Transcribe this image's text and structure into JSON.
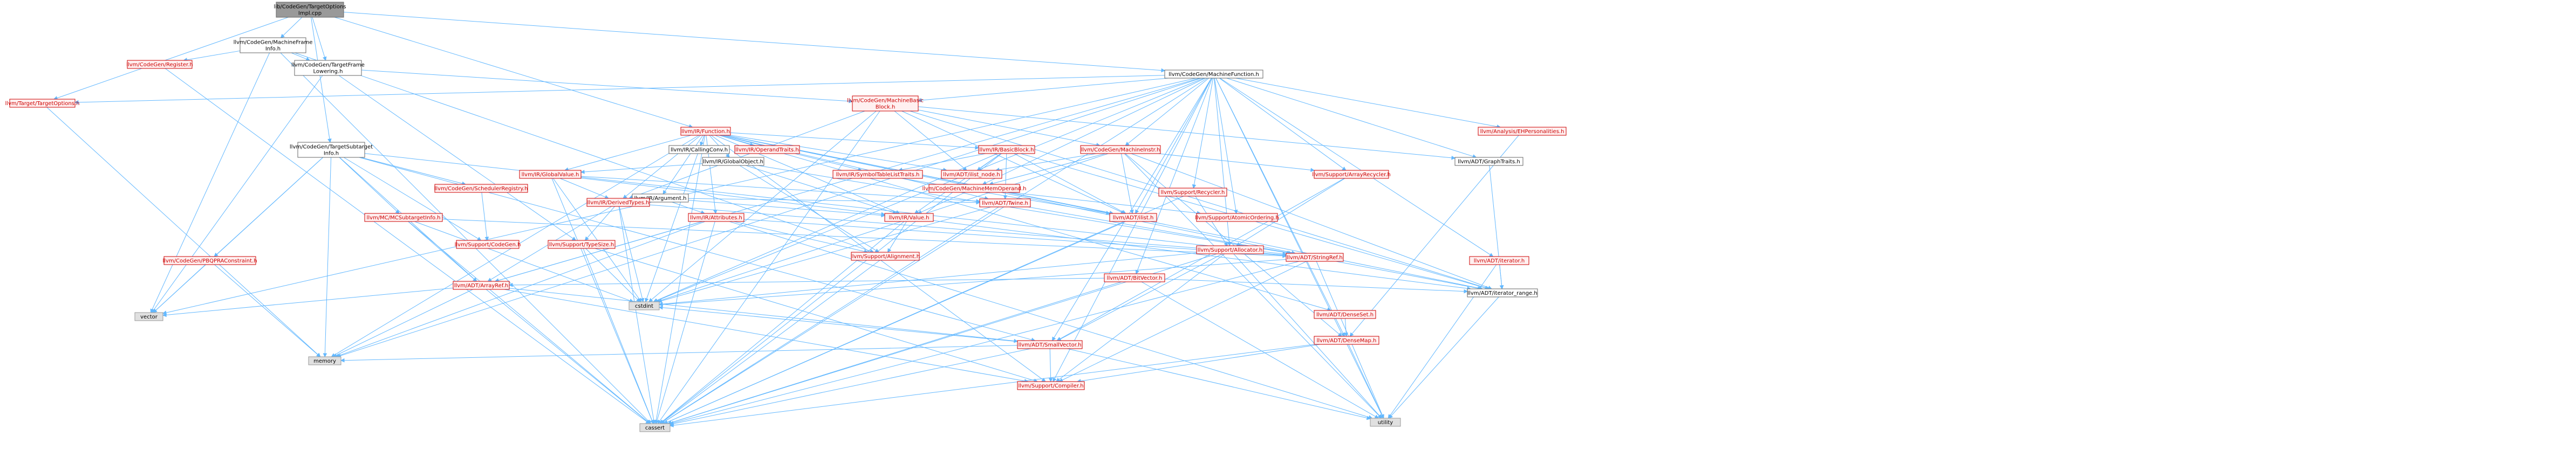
{
  "nodes": [
    {
      "id": "root",
      "label": [
        "lib/CodeGen/TargetOptions",
        "Impl.cpp"
      ],
      "kind": "root"
    },
    {
      "id": "mfi",
      "label": [
        "llvm/CodeGen/MachineFrame",
        "Info.h"
      ],
      "kind": "black"
    },
    {
      "id": "tfl",
      "label": [
        "llvm/CodeGen/TargetFrame",
        "Lowering.h"
      ],
      "kind": "black"
    },
    {
      "id": "reg",
      "label": [
        "llvm/CodeGen/Register.h"
      ],
      "kind": "red"
    },
    {
      "id": "tto",
      "label": [
        "llvm/Target/TargetOptions.h"
      ],
      "kind": "red"
    },
    {
      "id": "tsi",
      "label": [
        "llvm/CodeGen/TargetSubtarget",
        "Info.h"
      ],
      "kind": "black"
    },
    {
      "id": "mf",
      "label": [
        "llvm/CodeGen/MachineFunction.h"
      ],
      "kind": "black"
    },
    {
      "id": "mbb",
      "label": [
        "llvm/CodeGen/MachineBasic",
        "Block.h"
      ],
      "kind": "red"
    },
    {
      "id": "irfn",
      "label": [
        "llvm/IR/Function.h"
      ],
      "kind": "red"
    },
    {
      "id": "ehp",
      "label": [
        "llvm/Analysis/EHPersonalities.h"
      ],
      "kind": "red"
    },
    {
      "id": "csr",
      "label": [
        "llvm/CodeGen/SchedulerRegistry.h"
      ],
      "kind": "red"
    },
    {
      "id": "mcsti",
      "label": [
        "llvm/MC/MCSubtargetInfo.h"
      ],
      "kind": "red"
    },
    {
      "id": "pbqp",
      "label": [
        "llvm/CodeGen/PBQPRAConstraint.h"
      ],
      "kind": "red"
    },
    {
      "id": "gv",
      "label": [
        "llvm/IR/GlobalValue.h"
      ],
      "kind": "red"
    },
    {
      "id": "gobj",
      "label": [
        "llvm/IR/GlobalObject.h"
      ],
      "kind": "black"
    },
    {
      "id": "arg",
      "label": [
        "llvm/IR/Argument.h"
      ],
      "kind": "black"
    },
    {
      "id": "cc",
      "label": [
        "llvm/IR/CallingConv.h"
      ],
      "kind": "black"
    },
    {
      "id": "opt",
      "label": [
        "llvm/IR/OperandTraits.h"
      ],
      "kind": "red"
    },
    {
      "id": "bb",
      "label": [
        "llvm/IR/BasicBlock.h"
      ],
      "kind": "red"
    },
    {
      "id": "mi",
      "label": [
        "llvm/CodeGen/MachineInstr.h"
      ],
      "kind": "red"
    },
    {
      "id": "gt",
      "label": [
        "llvm/ADT/GraphTraits.h"
      ],
      "kind": "black"
    },
    {
      "id": "dt",
      "label": [
        "llvm/IR/DerivedTypes.h"
      ],
      "kind": "red"
    },
    {
      "id": "attr",
      "label": [
        "llvm/IR/Attributes.h"
      ],
      "kind": "red"
    },
    {
      "id": "val",
      "label": [
        "llvm/IR/Value.h"
      ],
      "kind": "red"
    },
    {
      "id": "stlt",
      "label": [
        "llvm/IR/SymbolTableListTraits.h"
      ],
      "kind": "red"
    },
    {
      "id": "ilnode",
      "label": [
        "llvm/ADT/ilist_node.h"
      ],
      "kind": "red"
    },
    {
      "id": "mmo",
      "label": [
        "llvm/CodeGen/MachineMemOperand.h"
      ],
      "kind": "red"
    },
    {
      "id": "twine",
      "label": [
        "llvm/ADT/Twine.h"
      ],
      "kind": "red"
    },
    {
      "id": "ilist",
      "label": [
        "llvm/ADT/ilist.h"
      ],
      "kind": "red"
    },
    {
      "id": "recyc",
      "label": [
        "llvm/Support/Recycler.h"
      ],
      "kind": "red"
    },
    {
      "id": "arec",
      "label": [
        "llvm/Support/ArrayRecycler.h"
      ],
      "kind": "red"
    },
    {
      "id": "ao",
      "label": [
        "llvm/Support/AtomicOrdering.h"
      ],
      "kind": "red"
    },
    {
      "id": "alloc",
      "label": [
        "llvm/Support/Allocator.h"
      ],
      "kind": "red"
    },
    {
      "id": "cg",
      "label": [
        "llvm/Support/CodeGen.h"
      ],
      "kind": "red"
    },
    {
      "id": "ts",
      "label": [
        "llvm/Support/TypeSize.h"
      ],
      "kind": "red"
    },
    {
      "id": "align",
      "label": [
        "llvm/Support/Alignment.h"
      ],
      "kind": "red"
    },
    {
      "id": "sref",
      "label": [
        "llvm/ADT/StringRef.h"
      ],
      "kind": "red"
    },
    {
      "id": "bv",
      "label": [
        "llvm/ADT/BitVector.h"
      ],
      "kind": "red"
    },
    {
      "id": "iter",
      "label": [
        "llvm/ADT/iterator.h"
      ],
      "kind": "red"
    },
    {
      "id": "itr",
      "label": [
        "llvm/ADT/iterator_range.h"
      ],
      "kind": "black"
    },
    {
      "id": "dset",
      "label": [
        "llvm/ADT/DenseSet.h"
      ],
      "kind": "red"
    },
    {
      "id": "dmap",
      "label": [
        "llvm/ADT/DenseMap.h"
      ],
      "kind": "red"
    },
    {
      "id": "aref",
      "label": [
        "llvm/ADT/ArrayRef.h"
      ],
      "kind": "red"
    },
    {
      "id": "svec",
      "label": [
        "llvm/ADT/SmallVector.h"
      ],
      "kind": "red"
    },
    {
      "id": "comp",
      "label": [
        "llvm/Support/Compiler.h"
      ],
      "kind": "red"
    },
    {
      "id": "vector",
      "label": [
        "vector"
      ],
      "kind": "gray"
    },
    {
      "id": "memory",
      "label": [
        "memory"
      ],
      "kind": "gray"
    },
    {
      "id": "cstdint",
      "label": [
        "cstdint"
      ],
      "kind": "gray"
    },
    {
      "id": "cassert",
      "label": [
        "cassert"
      ],
      "kind": "gray"
    },
    {
      "id": "utility",
      "label": [
        "utility"
      ],
      "kind": "gray"
    }
  ],
  "edges": [
    [
      "root",
      "mfi"
    ],
    [
      "root",
      "tfl"
    ],
    [
      "root",
      "mf"
    ],
    [
      "root",
      "tsi"
    ],
    [
      "root",
      "irfn"
    ],
    [
      "root",
      "tto"
    ],
    [
      "mfi",
      "reg"
    ],
    [
      "mfi",
      "tfl"
    ],
    [
      "mfi",
      "align"
    ],
    [
      "mfi",
      "cassert"
    ],
    [
      "mfi",
      "vector"
    ],
    [
      "tfl",
      "mbb"
    ],
    [
      "tfl",
      "ts"
    ],
    [
      "tfl",
      "vector"
    ],
    [
      "reg",
      "cassert"
    ],
    [
      "tto",
      "memory"
    ],
    [
      "tsi",
      "aref"
    ],
    [
      "tsi",
      "svec"
    ],
    [
      "tsi",
      "pbqp"
    ],
    [
      "tsi",
      "csr"
    ],
    [
      "tsi",
      "mcsti"
    ],
    [
      "tsi",
      "cg"
    ],
    [
      "tsi",
      "memory"
    ],
    [
      "tsi",
      "vector"
    ],
    [
      "tsi",
      "sref"
    ],
    [
      "mf",
      "aref"
    ],
    [
      "mf",
      "bv"
    ],
    [
      "mf",
      "dmap"
    ],
    [
      "mf",
      "gt"
    ],
    [
      "mf",
      "svec"
    ],
    [
      "mf",
      "ilist"
    ],
    [
      "mf",
      "iter"
    ],
    [
      "mf",
      "ehp"
    ],
    [
      "mf",
      "mbb"
    ],
    [
      "mf",
      "mi"
    ],
    [
      "mf",
      "mmo"
    ],
    [
      "mf",
      "alloc"
    ],
    [
      "mf",
      "arec"
    ],
    [
      "mf",
      "ao"
    ],
    [
      "mf",
      "comp"
    ],
    [
      "mf",
      "recyc"
    ],
    [
      "mf",
      "cassert"
    ],
    [
      "mf",
      "cstdint"
    ],
    [
      "mf",
      "memory"
    ],
    [
      "mf",
      "utility"
    ],
    [
      "mf",
      "vector"
    ],
    [
      "mf",
      "tto"
    ],
    [
      "mbb",
      "gt"
    ],
    [
      "mbb",
      "ilist"
    ],
    [
      "mbb",
      "ilnode"
    ],
    [
      "mbb",
      "itr"
    ],
    [
      "mbb",
      "mi"
    ],
    [
      "mbb",
      "dt"
    ],
    [
      "mbb",
      "cassert"
    ],
    [
      "mbb",
      "cstdint"
    ],
    [
      "irfn",
      "dset"
    ],
    [
      "irfn",
      "sref"
    ],
    [
      "irfn",
      "twine"
    ],
    [
      "irfn",
      "ilist"
    ],
    [
      "irfn",
      "ilnode"
    ],
    [
      "irfn",
      "itr"
    ],
    [
      "irfn",
      "arg"
    ],
    [
      "irfn",
      "attr"
    ],
    [
      "irfn",
      "bb"
    ],
    [
      "irfn",
      "cc"
    ],
    [
      "irfn",
      "dt"
    ],
    [
      "irfn",
      "gobj"
    ],
    [
      "irfn",
      "gv"
    ],
    [
      "irfn",
      "opt"
    ],
    [
      "irfn",
      "stlt"
    ],
    [
      "irfn",
      "val"
    ],
    [
      "irfn",
      "comp"
    ],
    [
      "irfn",
      "cassert"
    ],
    [
      "irfn",
      "cstdint"
    ],
    [
      "irfn",
      "memory"
    ],
    [
      "ehp",
      "dmap"
    ],
    [
      "csr",
      "cg"
    ],
    [
      "mcsti",
      "aref"
    ],
    [
      "mcsti",
      "sref"
    ],
    [
      "mcsti",
      "cassert"
    ],
    [
      "mcsti",
      "cstdint"
    ],
    [
      "pbqp",
      "memory"
    ],
    [
      "pbqp",
      "vector"
    ],
    [
      "gv",
      "twine"
    ],
    [
      "gv",
      "dt"
    ],
    [
      "gv",
      "val"
    ],
    [
      "gv",
      "cassert"
    ],
    [
      "gv",
      "cstdint"
    ],
    [
      "gobj",
      "sref"
    ],
    [
      "gobj",
      "gv"
    ],
    [
      "gobj",
      "val"
    ],
    [
      "gobj",
      "align"
    ],
    [
      "arg",
      "twine"
    ],
    [
      "arg",
      "attr"
    ],
    [
      "arg",
      "val"
    ],
    [
      "bb",
      "twine"
    ],
    [
      "bb",
      "ilist"
    ],
    [
      "bb",
      "ilnode"
    ],
    [
      "bb",
      "itr"
    ],
    [
      "bb",
      "stlt"
    ],
    [
      "bb",
      "val"
    ],
    [
      "bb",
      "cassert"
    ],
    [
      "bb",
      "cstdint"
    ],
    [
      "mi",
      "dmap"
    ],
    [
      "mi",
      "ilist"
    ],
    [
      "mi",
      "ilnode"
    ],
    [
      "mi",
      "itr"
    ],
    [
      "mi",
      "mmo"
    ],
    [
      "mi",
      "arec"
    ],
    [
      "mi",
      "cstdint"
    ],
    [
      "mi",
      "utility"
    ],
    [
      "gt",
      "itr"
    ],
    [
      "dt",
      "aref"
    ],
    [
      "dt",
      "sref"
    ],
    [
      "dt",
      "ts"
    ],
    [
      "dt",
      "cassert"
    ],
    [
      "dt",
      "cstdint"
    ],
    [
      "attr",
      "aref"
    ],
    [
      "attr",
      "sref"
    ],
    [
      "attr",
      "align"
    ],
    [
      "attr",
      "cassert"
    ],
    [
      "attr",
      "memory"
    ],
    [
      "attr",
      "utility"
    ],
    [
      "val",
      "align"
    ],
    [
      "val",
      "cassert"
    ],
    [
      "val",
      "itr"
    ],
    [
      "stlt",
      "ilist"
    ],
    [
      "mmo",
      "ao"
    ],
    [
      "mmo",
      "val"
    ],
    [
      "twine",
      "sref"
    ],
    [
      "twine",
      "cassert"
    ],
    [
      "twine",
      "cstdint"
    ],
    [
      "ilist",
      "cassert"
    ],
    [
      "recyc",
      "alloc"
    ],
    [
      "recyc",
      "cassert"
    ],
    [
      "arec",
      "svec"
    ],
    [
      "arec",
      "alloc"
    ],
    [
      "alloc",
      "svec"
    ],
    [
      "alloc",
      "comp"
    ],
    [
      "alloc",
      "cassert"
    ],
    [
      "alloc",
      "cstdint"
    ],
    [
      "alloc",
      "utility"
    ],
    [
      "ts",
      "comp"
    ],
    [
      "ts",
      "cassert"
    ],
    [
      "ts",
      "cstdint"
    ],
    [
      "align",
      "cassert"
    ],
    [
      "sref",
      "itr"
    ],
    [
      "sref",
      "comp"
    ],
    [
      "sref",
      "cassert"
    ],
    [
      "sref",
      "cstdint"
    ],
    [
      "sref",
      "utility"
    ],
    [
      "bv",
      "aref"
    ],
    [
      "bv",
      "itr"
    ],
    [
      "bv",
      "cassert"
    ],
    [
      "bv",
      "utility"
    ],
    [
      "iter",
      "itr"
    ],
    [
      "iter",
      "utility"
    ],
    [
      "itr",
      "utility"
    ],
    [
      "dset",
      "dmap"
    ],
    [
      "dmap",
      "comp"
    ],
    [
      "dmap",
      "cassert"
    ],
    [
      "dmap",
      "utility"
    ],
    [
      "aref",
      "svec"
    ],
    [
      "aref",
      "comp"
    ],
    [
      "aref",
      "cassert"
    ],
    [
      "aref",
      "memory"
    ],
    [
      "aref",
      "vector"
    ],
    [
      "svec",
      "comp"
    ],
    [
      "svec",
      "cassert"
    ],
    [
      "svec",
      "cstdint"
    ],
    [
      "svec",
      "memory"
    ],
    [
      "svec",
      "utility"
    ]
  ],
  "colors": {
    "edge": "#63b8ff",
    "red_text": "#cc0000",
    "root_fill": "#999999",
    "gray_fill": "#e0e0e0"
  }
}
